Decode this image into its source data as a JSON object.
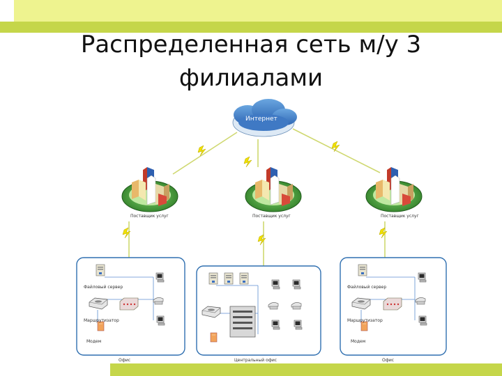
{
  "title_line1": "Распределенная сеть м/у 3",
  "title_line2": "филиалами",
  "internet_label": "Интернет",
  "isp_labels": [
    "Поставщик услуг",
    "Поставщик услуг",
    "Поставщик услуг"
  ],
  "branch_left": {
    "file_server": "Файловый сервер",
    "router": "Маршрутизатор",
    "modem": "Модем",
    "office": "Офис"
  },
  "central": {
    "office": "Центральный офис"
  },
  "branch_right": {
    "file_server": "Файловый сервер",
    "router": "Маршрутизатор",
    "modem": "Модем",
    "office": "Офис"
  },
  "colors": {
    "accent_bar": "#c5d64a",
    "accent_light": "#eef38f",
    "lightning": "#f0e000",
    "office_border": "#2f6fb0",
    "ground": "#3a8a30"
  }
}
